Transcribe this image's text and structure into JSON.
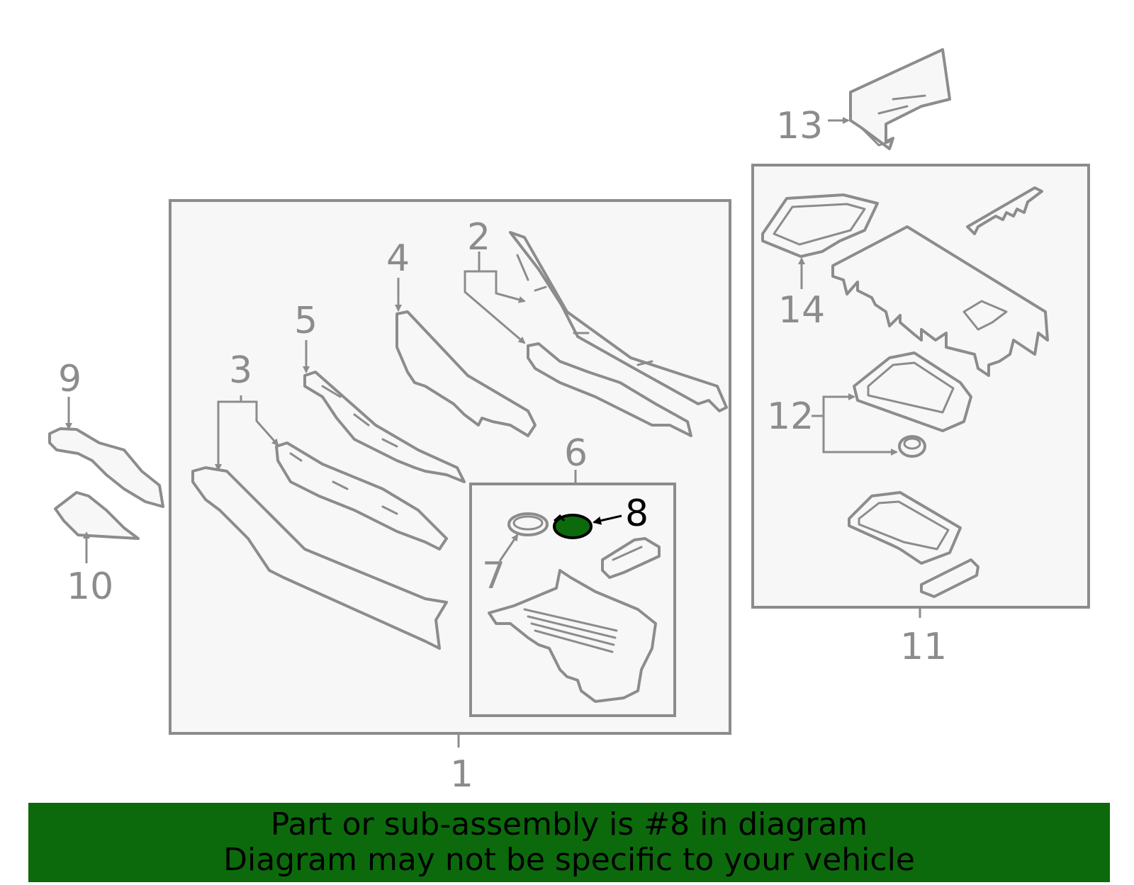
{
  "callouts": {
    "c1": "1",
    "c2": "2",
    "c3": "3",
    "c4": "4",
    "c5": "5",
    "c6": "6",
    "c7": "7",
    "c8": "8",
    "c9": "9",
    "c10": "10",
    "c11": "11",
    "c12": "12",
    "c13": "13",
    "c14": "14"
  },
  "highlight": {
    "part": "8",
    "color": "#0c6a0c"
  },
  "banner": {
    "line1": "Part or sub-assembly is #8 in diagram",
    "line2": "Diagram may not be specific to your vehicle",
    "color": "#0c6a0c"
  },
  "colors": {
    "line": "#8c8c8c",
    "fill": "#f7f7f7",
    "highlight_text": "#000000"
  }
}
